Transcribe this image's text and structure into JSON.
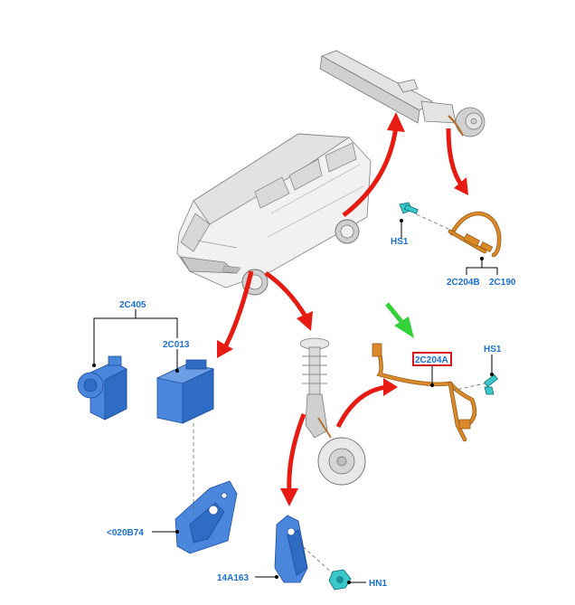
{
  "diagram": {
    "labels": {
      "hs1_top": "HS1",
      "c2c204b": "2C204B",
      "c2c190": "2C190",
      "c2c405": "2C405",
      "c2c013": "2C013",
      "c2c204a": "2C204A",
      "hs1_mid": "HS1",
      "c020b74": "<020B74",
      "c14a163": "14A163",
      "hn1": "HN1"
    },
    "highlight_color": "#d4141b",
    "label_color": "#1a6fd1",
    "arrow_color": "#e81b12",
    "pointer_color": "#35d13a"
  }
}
